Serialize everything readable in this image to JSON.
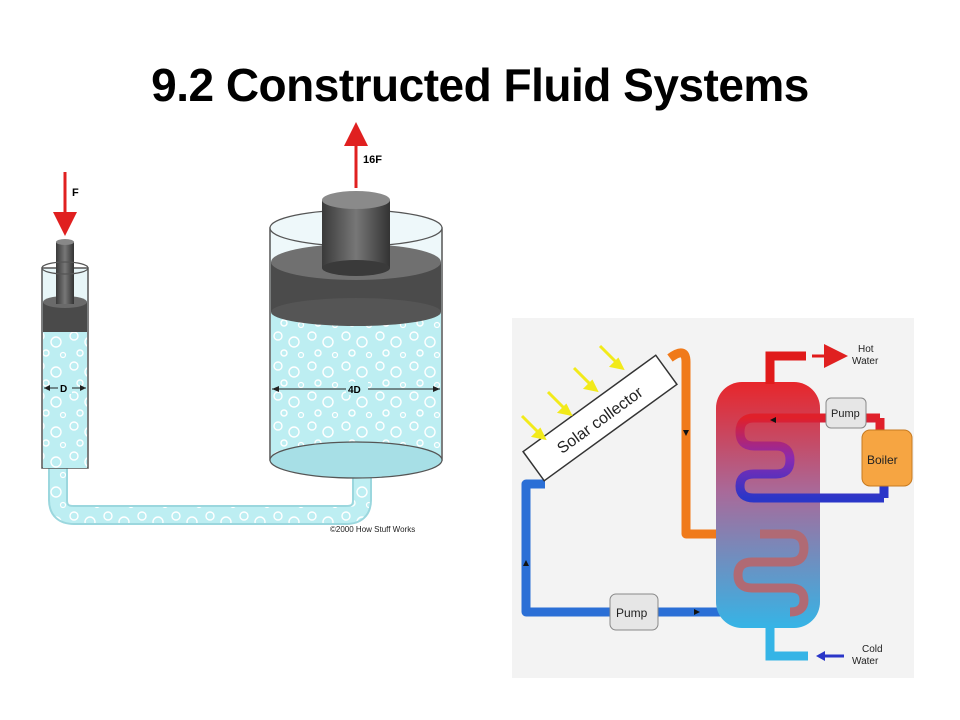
{
  "title": "9.2 Constructed Fluid Systems",
  "hydraulic_press": {
    "input_force_label": "F",
    "output_force_label": "16F",
    "small_diameter_label": "D",
    "large_diameter_label": "4D",
    "credit": "©2000 How Stuff Works",
    "colors": {
      "fluid": "#bdeef2",
      "piston": "#555555",
      "arrow": "#e02020"
    }
  },
  "solar_system": {
    "collector_label": "Solar collector",
    "pump_top_label": "Pump",
    "pump_bottom_label": "Pump",
    "boiler_label": "Boiler",
    "hot_water_label_line1": "Hot",
    "hot_water_label_line2": "Water",
    "cold_water_label_line1": "Cold",
    "cold_water_label_line2": "Water",
    "colors": {
      "hot": "#e01a1a",
      "cold": "#2b6fd6",
      "loop": "#f07a1a",
      "boiler": "#f6a542",
      "sun": "#f2ea1a"
    }
  }
}
